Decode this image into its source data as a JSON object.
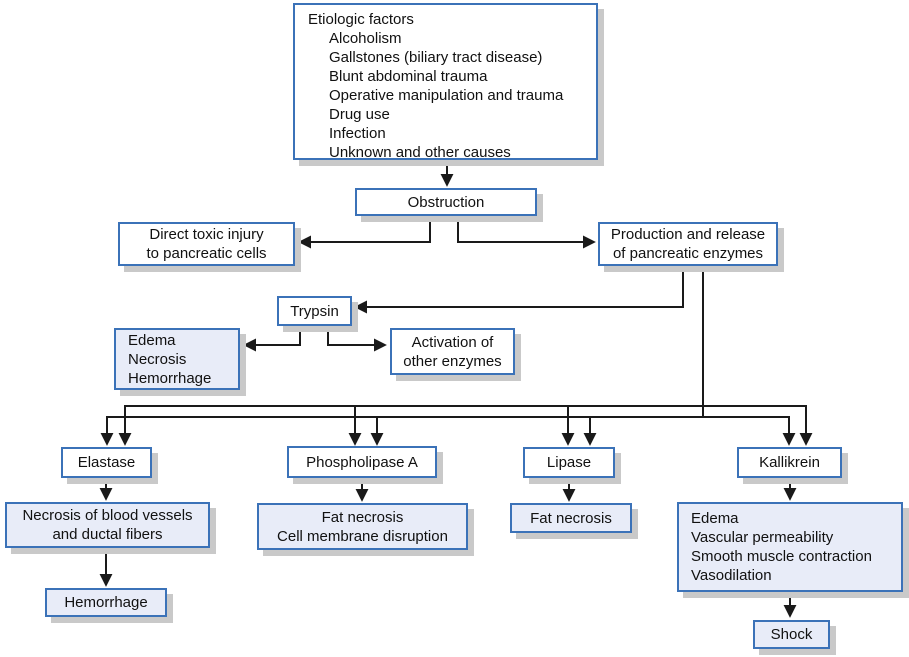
{
  "colors": {
    "box_border": "#3b72b8",
    "box_fill_white": "#ffffff",
    "box_fill_tint": "#e8ecf8",
    "shadow": "#c9c9c9",
    "arrow": "#1a1a1a"
  },
  "nodes": {
    "etiologic": {
      "header": "Etiologic factors",
      "items": [
        "Alcoholism",
        "Gallstones (biliary tract disease)",
        "Blunt abdominal trauma",
        "Operative manipulation and trauma",
        "Drug use",
        "Infection",
        "Unknown and other causes"
      ]
    },
    "obstruction": {
      "label": "Obstruction"
    },
    "direct_toxic": {
      "lines": [
        "Direct toxic injury",
        "to pancreatic cells"
      ]
    },
    "production": {
      "lines": [
        "Production and release",
        "of pancreatic enzymes"
      ]
    },
    "trypsin": {
      "label": "Trypsin"
    },
    "edema_necrosis": {
      "lines": [
        "Edema",
        "Necrosis",
        "Hemorrhage"
      ]
    },
    "activation": {
      "lines": [
        "Activation of",
        "other enzymes"
      ]
    },
    "elastase": {
      "label": "Elastase"
    },
    "phospholipase": {
      "label": "Phospholipase A"
    },
    "lipase": {
      "label": "Lipase"
    },
    "kallikrein": {
      "label": "Kallikrein"
    },
    "necrosis_vessels": {
      "lines": [
        "Necrosis of blood vessels",
        "and ductal fibers"
      ]
    },
    "fat_necrosis_cell": {
      "lines": [
        "Fat necrosis",
        "Cell membrane disruption"
      ]
    },
    "fat_necrosis": {
      "label": "Fat necrosis"
    },
    "kallikrein_effects": {
      "lines": [
        "Edema",
        "Vascular permeability",
        "Smooth muscle contraction",
        "Vasodilation"
      ]
    },
    "hemorrhage": {
      "label": "Hemorrhage"
    },
    "shock": {
      "label": "Shock"
    }
  },
  "edges": [
    {
      "from": "etiologic",
      "to": "obstruction"
    },
    {
      "from": "obstruction",
      "to": "direct_toxic"
    },
    {
      "from": "obstruction",
      "to": "production"
    },
    {
      "from": "production",
      "to": "trypsin"
    },
    {
      "from": "production",
      "to": "elastase"
    },
    {
      "from": "production",
      "to": "phospholipase"
    },
    {
      "from": "production",
      "to": "lipase"
    },
    {
      "from": "production",
      "to": "kallikrein"
    },
    {
      "from": "trypsin",
      "to": "edema_necrosis"
    },
    {
      "from": "trypsin",
      "to": "activation"
    },
    {
      "from": "elastase",
      "to": "necrosis_vessels"
    },
    {
      "from": "necrosis_vessels",
      "to": "hemorrhage"
    },
    {
      "from": "phospholipase",
      "to": "fat_necrosis_cell"
    },
    {
      "from": "lipase",
      "to": "fat_necrosis"
    },
    {
      "from": "kallikrein",
      "to": "kallikrein_effects"
    },
    {
      "from": "kallikrein_effects",
      "to": "shock"
    }
  ]
}
